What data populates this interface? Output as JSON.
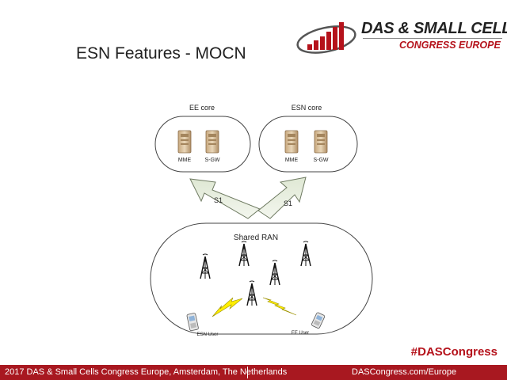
{
  "slide": {
    "title": "ESN Features - MOCN",
    "hashtag": "#DASCongress"
  },
  "logo": {
    "main": "DAS & SMALL CELLS",
    "sub": "CONGRESS EUROPE",
    "icon": "signal-bars-icon",
    "color": "#b5121b"
  },
  "diagram": {
    "ee_core": {
      "label": "EE core",
      "servers": [
        "MME",
        "S-GW"
      ]
    },
    "esn_core": {
      "label": "ESN core",
      "servers": [
        "MME",
        "S-GW"
      ]
    },
    "links": [
      "S1",
      "S1"
    ],
    "ran": {
      "label": "Shared RAN"
    },
    "users": [
      "ESN User",
      "EE User"
    ]
  },
  "footer": {
    "left": "2017 DAS & Small Cells Congress Europe, Amsterdam, The Netherlands",
    "right": "DASCongress.com/Europe",
    "color": "#a81820"
  }
}
